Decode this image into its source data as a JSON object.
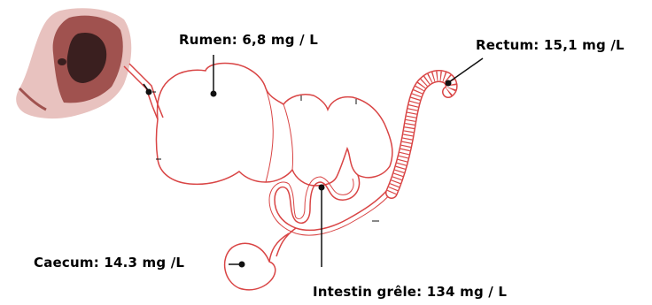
{
  "colors": {
    "gut_outline": "#d94545",
    "leader_line": "#111111",
    "cow_hide": "#a0524f",
    "cow_pale": "#e8c2bf",
    "cow_dark": "#3a1f1f"
  },
  "labels": {
    "rumen": "Rumen: 6,8 mg / L",
    "rectum": "Rectum: 15,1 mg /L",
    "caecum": "Caecum: 14.3 mg /L",
    "intestin": "Intestin grêle: 134 mg / L"
  }
}
